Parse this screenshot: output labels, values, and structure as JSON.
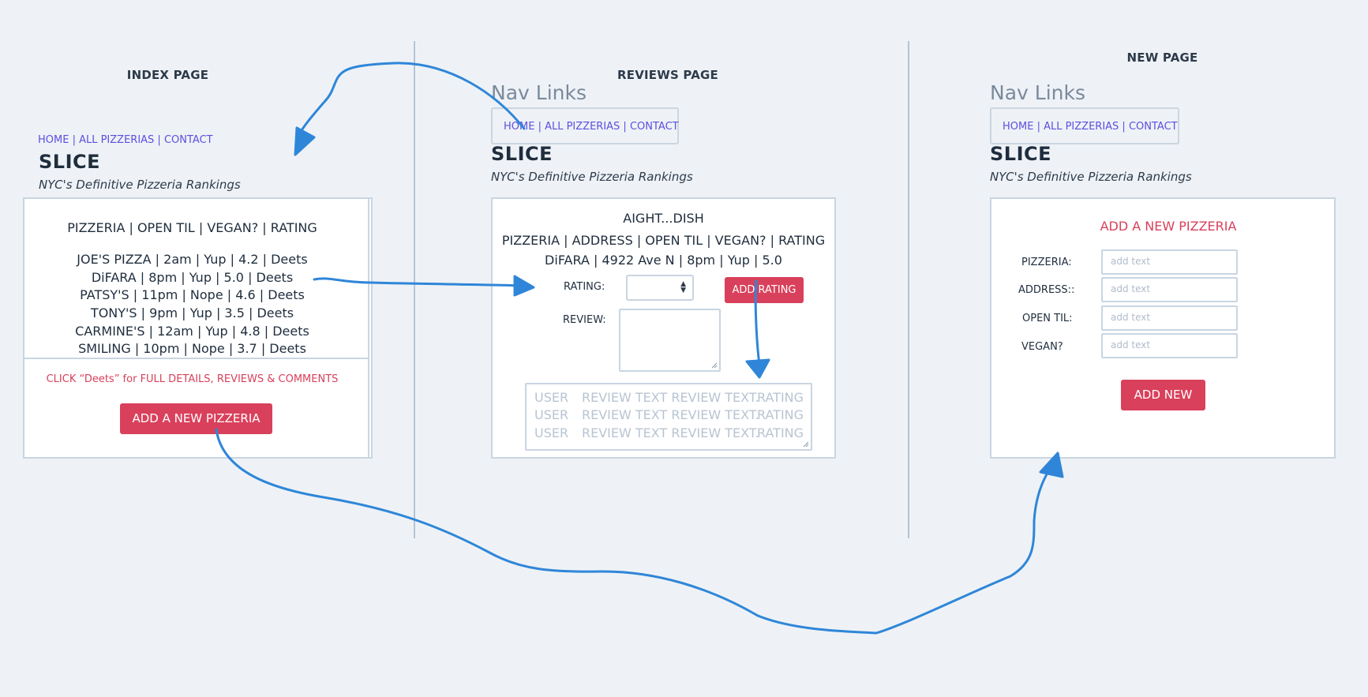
{
  "index_page": {
    "title": "INDEX PAGE",
    "nav_links": "HOME | ALL PIZZERIAS | CONTACT",
    "brand": "SLICE",
    "tagline": "NYC's Definitive Pizzeria Rankings",
    "table_header": "PIZZERIA | OPEN TIL | VEGAN? | RATING",
    "rows": [
      "JOE'S PIZZA | 2am | Yup | 4.2 | Deets",
      "DiFARA |  8pm | Yup | 5.0 | Deets",
      "PATSY'S |  11pm | Nope | 4.6 | Deets",
      "TONY'S | 9pm | Yup | 3.5 | Deets",
      "CARMINE'S | 12am | Yup | 4.8 | Deets",
      "SMILING | 10pm | Nope | 3.7 | Deets"
    ],
    "instruction": "CLICK “Deets” for FULL DETAILS, REVIEWS & COMMENTS",
    "add_button": "ADD A NEW PIZZERIA"
  },
  "reviews_page": {
    "title": "REVIEWS PAGE",
    "nav_heading": "Nav Links",
    "nav_links": "HOME | ALL PIZZERIAS | CONTACT",
    "brand": "SLICE",
    "tagline": "NYC's Definitive Pizzeria Rankings",
    "card_title": "AIGHT...DISH",
    "table_header": "PIZZERIA | ADDRESS | OPEN TIL | VEGAN? | RATING",
    "detail_row": "DiFARA | 4922 Ave N | 8pm | Yup | 5.0",
    "rating_label": "RATING:",
    "add_rating_button": "ADD RATING",
    "review_label": "REVIEW:",
    "review_rows": [
      {
        "user": "USER",
        "text": "REVIEW TEXT REVIEW TEXT.",
        "rating": "RATING"
      },
      {
        "user": "USER",
        "text": "REVIEW TEXT REVIEW TEXT.",
        "rating": "RATING"
      },
      {
        "user": "USER",
        "text": "REVIEW TEXT REVIEW TEXT.",
        "rating": "RATING"
      }
    ]
  },
  "new_page": {
    "title": "NEW PAGE",
    "nav_heading": "Nav Links",
    "nav_links": "HOME | ALL PIZZERIAS | CONTACT",
    "brand": "SLICE",
    "tagline": "NYC's Definitive Pizzeria Rankings",
    "form_title": "ADD A NEW PIZZERIA",
    "fields": [
      {
        "label": "PIZZERIA:",
        "placeholder": "add text"
      },
      {
        "label": "ADDRESS::",
        "placeholder": "add text"
      },
      {
        "label": "OPEN TIL:",
        "placeholder": "add text"
      },
      {
        "label": "VEGAN?",
        "placeholder": "add text"
      }
    ],
    "submit_button": "ADD NEW"
  },
  "colors": {
    "background": "#eef2f6",
    "accent_red": "#d9405b",
    "link_purple": "#5b4fe0",
    "arrow_blue": "#2f86d8",
    "border": "#c9d5e2"
  }
}
